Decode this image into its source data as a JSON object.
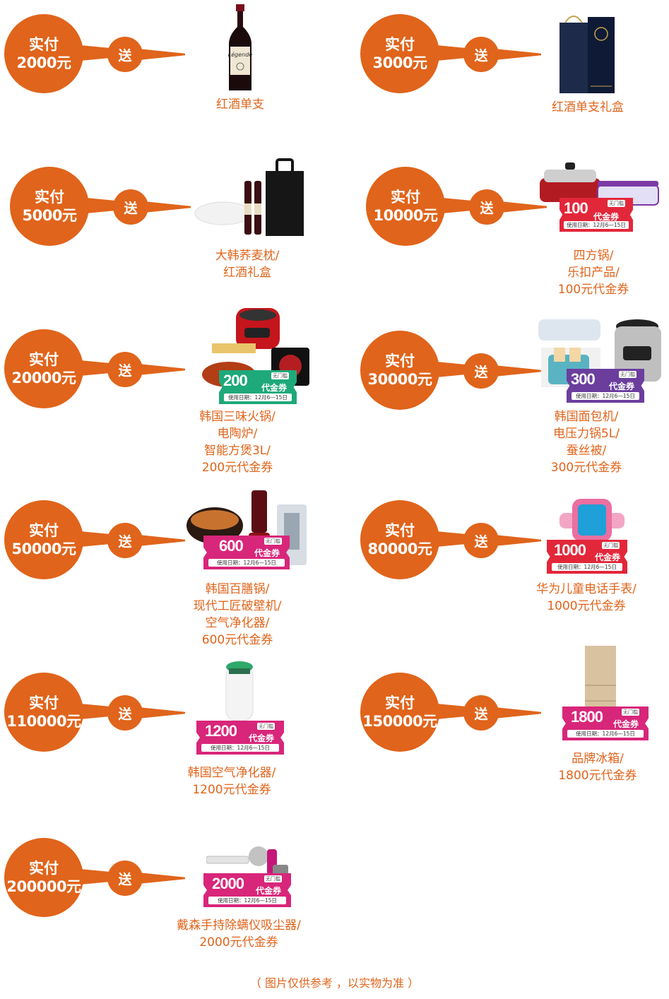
{
  "send_label": "送",
  "pay_label": "实付",
  "coupon_word": "代金券",
  "coupon_tag": "无门槛",
  "coupon_date": "使用日期：12月6—15日",
  "tiers": [
    {
      "amount": "2000元",
      "lines": [
        "红酒单支"
      ],
      "coupon": ""
    },
    {
      "amount": "3000元",
      "lines": [
        "红酒单支礼盒"
      ],
      "coupon": ""
    },
    {
      "amount": "5000元",
      "lines": [
        "大韩荞麦枕/",
        "红酒礼盒"
      ],
      "coupon": ""
    },
    {
      "amount": "10000元",
      "lines": [
        "四方锅/",
        "乐扣产品/",
        "100元代金券"
      ],
      "coupon": "100"
    },
    {
      "amount": "20000元",
      "lines": [
        "韩国三味火锅/",
        "电陶炉/",
        "智能方煲3L/",
        "200元代金券"
      ],
      "coupon": "200"
    },
    {
      "amount": "30000元",
      "lines": [
        "韩国面包机/",
        "电压力锅5L/",
        "蚕丝被/",
        "300元代金券"
      ],
      "coupon": "300"
    },
    {
      "amount": "50000元",
      "lines": [
        "韩国百膳锅/",
        "现代工匠破壁机/",
        "空气净化器/",
        "600元代金券"
      ],
      "coupon": "600"
    },
    {
      "amount": "80000元",
      "lines": [
        "华为儿童电话手表/",
        "1000元代金券"
      ],
      "coupon": "1000"
    },
    {
      "amount": "110000元",
      "lines": [
        "韩国空气净化器/",
        "1200元代金券"
      ],
      "coupon": "1200"
    },
    {
      "amount": "150000元",
      "lines": [
        "品牌冰箱/",
        "1800元代金券"
      ],
      "coupon": "1800"
    },
    {
      "amount": "200000元",
      "lines": [
        "戴森手持除螨仪吸尘器/",
        "2000元代金券"
      ],
      "coupon": "2000"
    }
  ],
  "footnote": "（ 图片仅供参考 ，以实物为准 ）",
  "colors": {
    "brand_orange": "#e0641b",
    "coupon_red": "#e3273a",
    "coupon_green": "#1ea97a",
    "coupon_purple": "#6b3e9e",
    "coupon_pink": "#d8267a"
  },
  "icons": [
    "wine-bottle-icon",
    "gift-box-icon",
    "pillow-icon",
    "hot-pot-icon",
    "rice-cooker-icon",
    "toaster-icon",
    "blender-icon",
    "smart-watch-icon",
    "air-purifier-icon",
    "refrigerator-icon",
    "vacuum-icon"
  ]
}
